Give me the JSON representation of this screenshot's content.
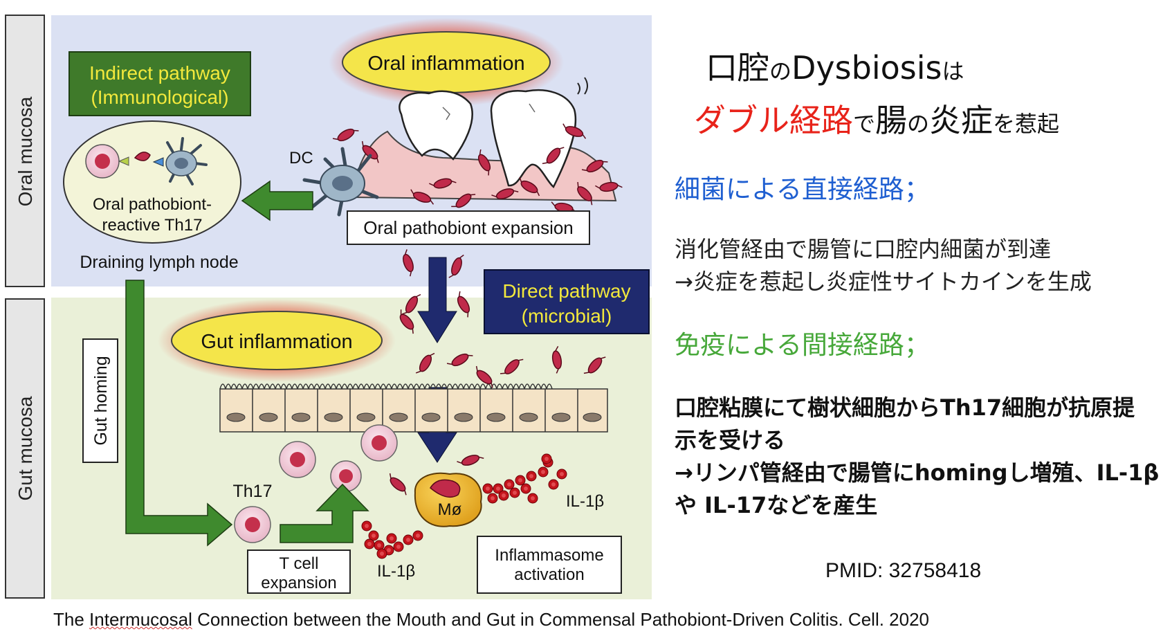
{
  "figure": {
    "oral_side_label": "Oral mucosa",
    "gut_side_label": "Gut mucosa",
    "indirect_box": {
      "line1": "Indirect pathway",
      "line2": "(Immunological)"
    },
    "oral_inflammation": "Oral inflammation",
    "dc_label": "DC",
    "th17_node": {
      "line1": "Oral pathobiont-",
      "line2": "reactive Th17"
    },
    "draining_lymph_node": "Draining lymph node",
    "oral_expansion": "Oral pathobiont expansion",
    "direct_box": {
      "line1": "Direct pathway",
      "line2": "(microbial)"
    },
    "gut_inflammation": "Gut inflammation",
    "gut_homing": "Gut homing",
    "th17_label": "Th17",
    "macrophage_label": "Mø",
    "il1b_right": "IL-1β",
    "il1b_bottom": "IL-1β",
    "t_cell_box": {
      "line1": "T cell",
      "line2": "expansion"
    },
    "inflammasome_box": {
      "line1": "Inflammasome",
      "line2": "activation"
    }
  },
  "panel": {
    "title_line1": {
      "part1": "口腔",
      "part2": "の",
      "part3": "Dysbiosis",
      "part4": "は"
    },
    "title_line2": {
      "part1": "ダブル経路",
      "part2": "で",
      "part3": "腸",
      "part4": "の",
      "part5": "炎症",
      "part6": "を惹起"
    },
    "direct_heading": "細菌による直接経路；",
    "direct_body_line1": "消化管経由で腸管に口腔内細菌が到達",
    "direct_body_line2": "→炎症を惹起し炎症性サイトカインを生成",
    "indirect_heading": "免疫による間接経路；",
    "indirect_body_line1": "口腔粘膜にて樹状細胞からTh17細胞が抗原提",
    "indirect_body_line2": "示を受ける",
    "indirect_body_line3": "→リンパ管経由で腸管にhomingし増殖、IL-1β",
    "indirect_body_line4": "や IL-17などを産生",
    "pmid": "PMID: 32758418"
  },
  "citation": {
    "before": "The ",
    "underlined": "Intermucosal",
    "after": " Connection between the Mouth and Gut in Commensal Pathobiont-Driven Colitis. Cell. 2020"
  },
  "colors": {
    "oral_bg": "#dbe1f3",
    "gut_bg": "#eaf0d8",
    "indirect_green": "#3f7a2a",
    "direct_navy": "#1f2a6e",
    "title_red": "#e8231a",
    "heading_blue": "#1f5fd1",
    "heading_green": "#47a83a",
    "bacteria": "#c02a4a",
    "inflammation_yellow": "#f4e54a"
  }
}
